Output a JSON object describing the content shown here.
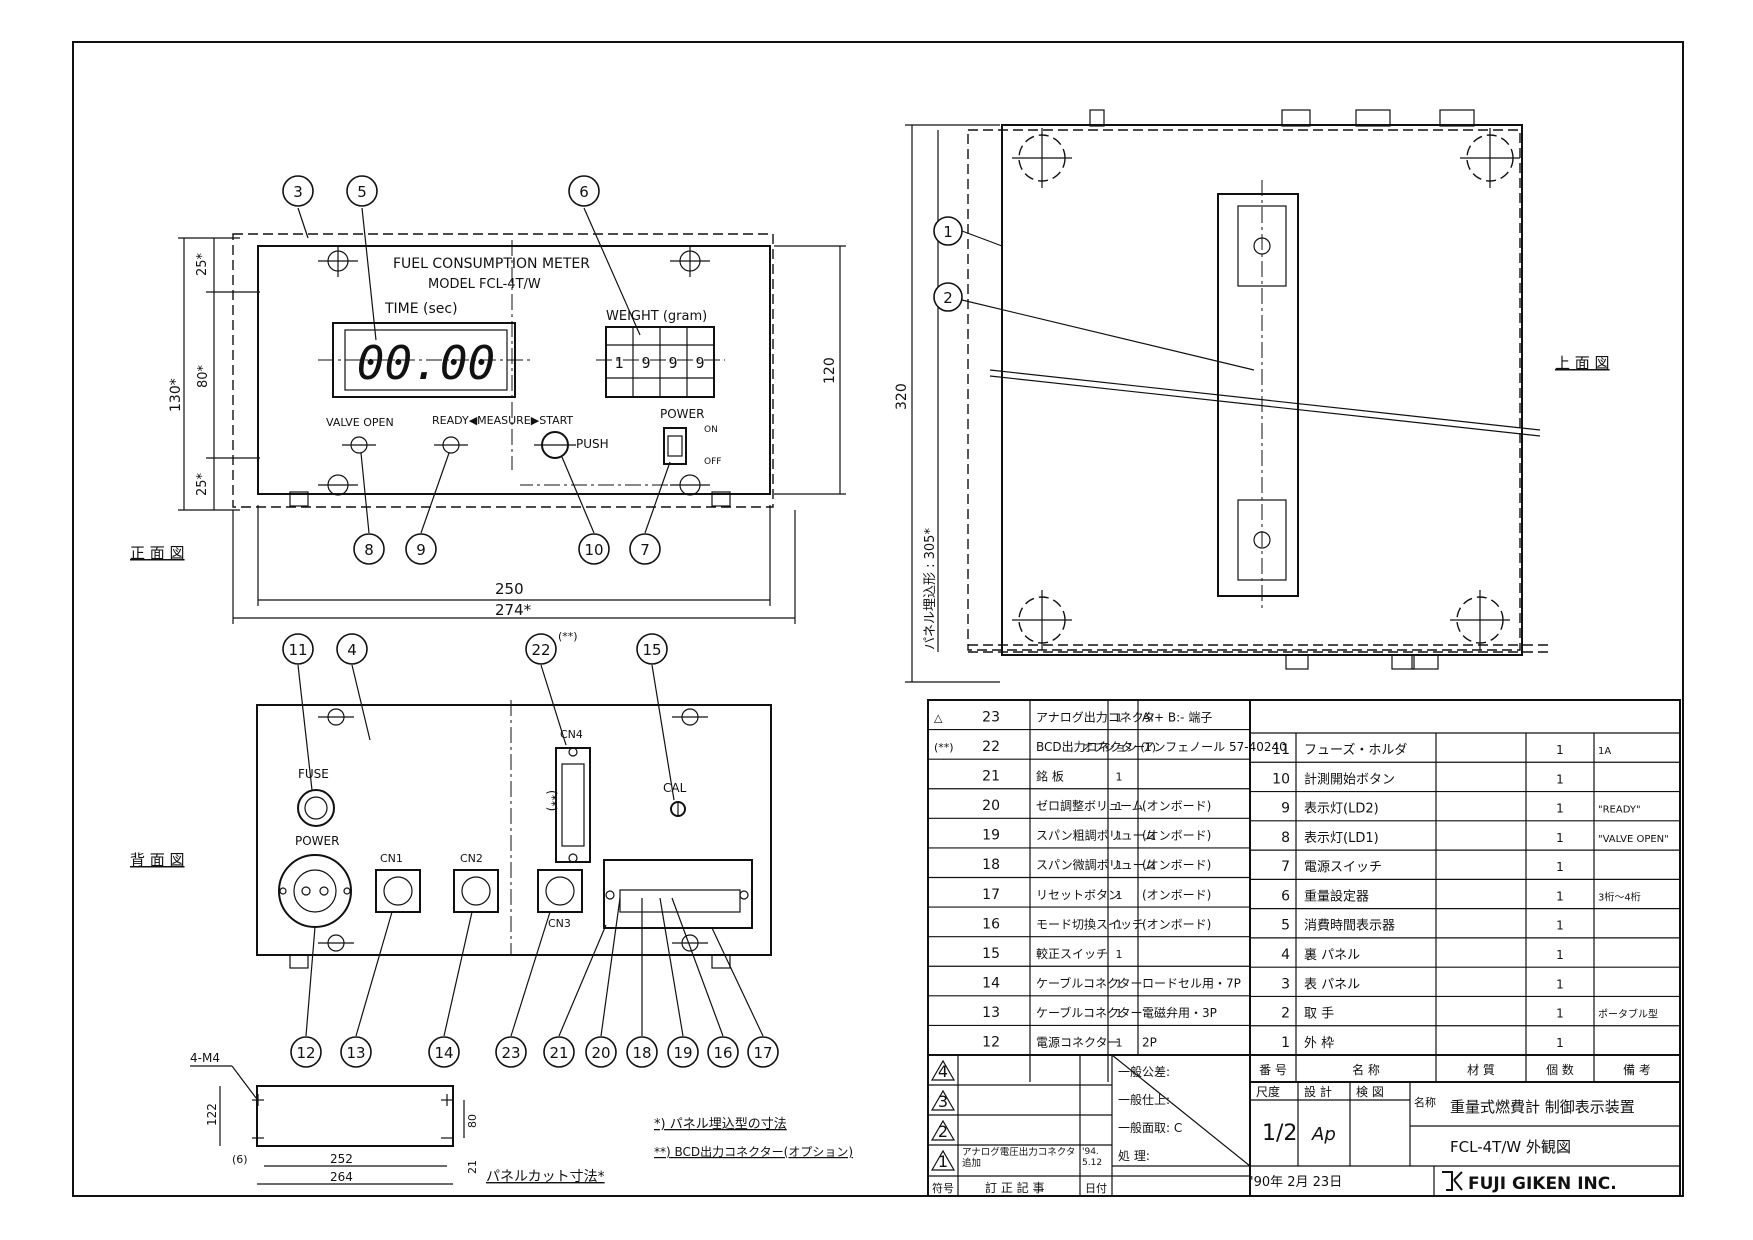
{
  "front": {
    "meter_title": "FUEL CONSUMPTION METER",
    "model": "MODEL FCL-4T/W",
    "time_label": "TIME (sec)",
    "display_value": "00.00",
    "weight_label": "WEIGHT (gram)",
    "weight_digits": [
      "1",
      "9",
      "9",
      "9"
    ],
    "valve_open": "VALVE OPEN",
    "ready_measure_start": "READY◀MEASURE▶START",
    "push": "PUSH",
    "power": "POWER",
    "on": "ON",
    "off": "OFF",
    "view_name": "正 面 図"
  },
  "dims": {
    "d25a": "25*",
    "d80": "80*",
    "d130": "130*",
    "d25b": "25*",
    "d120": "120",
    "d250": "250",
    "d274": "274*",
    "d320": "320",
    "d305": "パネル埋込形 : 305*",
    "cut122": "122",
    "cut80": "80",
    "cut252": "252",
    "cut264": "264",
    "cut6": "(6)",
    "cut21": "21",
    "m4": "4-M4"
  },
  "rear": {
    "fuse": "FUSE",
    "power": "POWER",
    "cn1": "CN1",
    "cn2": "CN2",
    "cn3": "CN3",
    "cn4": "CN4",
    "cal": "CAL",
    "bcd_note": "(**)",
    "view_name": "背 面 図"
  },
  "top_view_name": "上 面 図",
  "panel_cut_label": "パネルカット寸法*",
  "notes": [
    "*) パネル埋込型の寸法",
    "**) BCD出力コネクター(オプション)"
  ],
  "balloons": {
    "front_top": [
      "3",
      "5",
      "6"
    ],
    "front_bottom": [
      "8",
      "9",
      "10",
      "7"
    ],
    "top_view": [
      "1",
      "2"
    ],
    "rear_top": [
      "11",
      "4",
      "22",
      "15"
    ],
    "rear_top_suffix": "(**)",
    "rear_bottom": [
      "12",
      "13",
      "14",
      "23",
      "21",
      "20",
      "18",
      "19",
      "16",
      "17"
    ]
  },
  "parts_left": [
    {
      "no": "23",
      "mark": "△",
      "name": "アナログ出力コネクタ",
      "qty": "1",
      "note": "A:+ B:- 端子"
    },
    {
      "no": "22",
      "mark": "(**)",
      "name": "BCD出力コネクター",
      "qty": "オプション (1)",
      "note": "アンフェノール 57-40240"
    },
    {
      "no": "21",
      "mark": "",
      "name": "銘 板",
      "qty": "1",
      "note": ""
    },
    {
      "no": "20",
      "mark": "",
      "name": "ゼロ調整ボリューム",
      "qty": "1",
      "note": "(オンボード)"
    },
    {
      "no": "19",
      "mark": "",
      "name": "スパン粗調ボリューム",
      "qty": "1",
      "note": "(オンボード)"
    },
    {
      "no": "18",
      "mark": "",
      "name": "スパン微調ボリューム",
      "qty": "1",
      "note": "(オンボード)"
    },
    {
      "no": "17",
      "mark": "",
      "name": "リセットボタン",
      "qty": "1",
      "note": "(オンボード)"
    },
    {
      "no": "16",
      "mark": "",
      "name": "モード切換スイッチ",
      "qty": "1",
      "note": "(オンボード)"
    },
    {
      "no": "15",
      "mark": "",
      "name": "較正スイッチ",
      "qty": "1",
      "note": ""
    },
    {
      "no": "14",
      "mark": "",
      "name": "ケーブルコネクター",
      "qty": "1",
      "note": "ロードセル用・7P"
    },
    {
      "no": "13",
      "mark": "",
      "name": "ケーブルコネクター",
      "qty": "1",
      "note": "電磁弁用・3P"
    },
    {
      "no": "12",
      "mark": "",
      "name": "電源コネクター",
      "qty": "1",
      "note": "2P"
    }
  ],
  "parts_right": [
    {
      "no": "11",
      "name": "フューズ・ホルダ",
      "qty": "1",
      "note": "1A"
    },
    {
      "no": "10",
      "name": "計測開始ボタン",
      "qty": "1",
      "note": ""
    },
    {
      "no": "9",
      "name": "表示灯(LD2)",
      "qty": "1",
      "note": "\"READY\""
    },
    {
      "no": "8",
      "name": "表示灯(LD1)",
      "qty": "1",
      "note": "\"VALVE OPEN\""
    },
    {
      "no": "7",
      "name": "電源スイッチ",
      "qty": "1",
      "note": ""
    },
    {
      "no": "6",
      "name": "重量設定器",
      "qty": "1",
      "note": "3桁〜4桁"
    },
    {
      "no": "5",
      "name": "消費時間表示器",
      "qty": "1",
      "note": ""
    },
    {
      "no": "4",
      "name": "裏 パネル",
      "qty": "1",
      "note": ""
    },
    {
      "no": "3",
      "name": "表 パネル",
      "qty": "1",
      "note": ""
    },
    {
      "no": "2",
      "name": "取 手",
      "qty": "1",
      "note": "ポータブル型"
    },
    {
      "no": "1",
      "name": "外 枠",
      "qty": "1",
      "note": ""
    }
  ],
  "parts_header": [
    "番 号",
    "名 称",
    "材 質",
    "個 数",
    "備 考"
  ],
  "revision": {
    "marks": [
      "4",
      "3",
      "2",
      "1"
    ],
    "entry_text": "アナログ電圧出力コネクタ追加",
    "entry_date": "'94. 5.12",
    "header": [
      "符号",
      "訂 正 記 事",
      "日付"
    ]
  },
  "tolerance": {
    "general": "一般公差:",
    "finish": "一般仕上:",
    "chamfer": "一般面取: C",
    "treatment": "処 理:"
  },
  "title_block": {
    "scale_label": "尺度",
    "design_label": "設 計",
    "check_label": "検 図",
    "scale": "1/2",
    "designer": "Ap",
    "name_label": "名称",
    "name1": "重量式燃費計 制御表示装置",
    "name2": "FCL-4T/W 外観図",
    "date": "'90年 2月 23日",
    "company": "FUJI GIKEN INC."
  }
}
